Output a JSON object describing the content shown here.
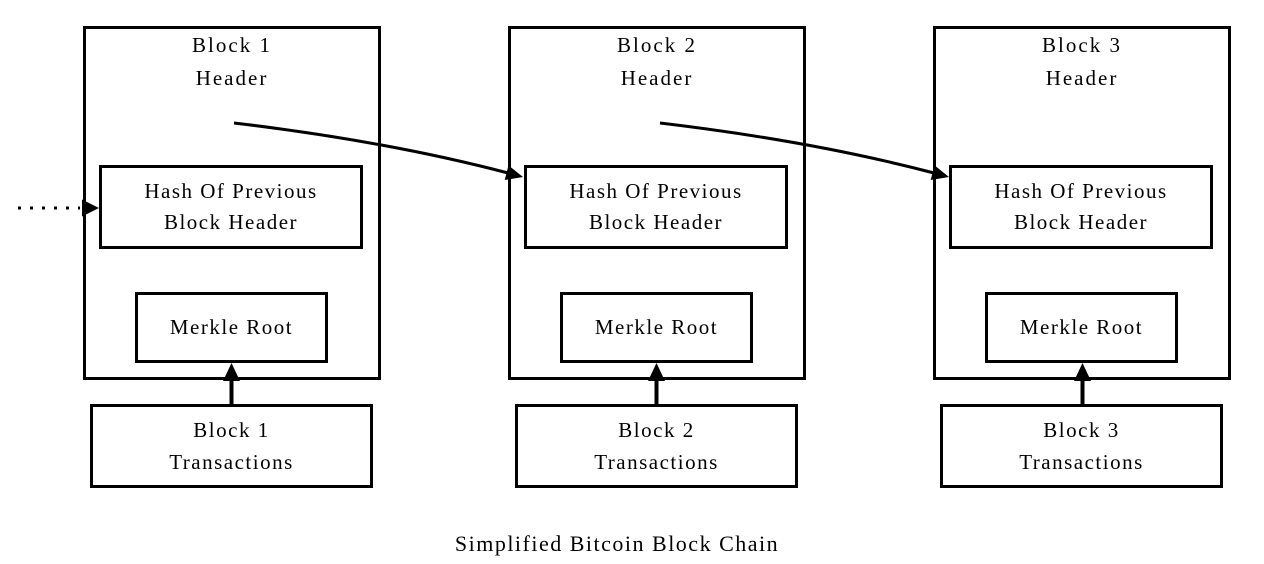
{
  "diagram": {
    "caption": "Simplified Bitcoin Block Chain",
    "colors": {
      "line": "#000000",
      "text": "#000000",
      "background": "#ffffff"
    },
    "blocks": [
      {
        "header_title_line1": "Block 1",
        "header_title_line2": "Header",
        "hash_label_line1": "Hash Of Previous",
        "hash_label_line2": "Block Header",
        "merkle_label": "Merkle Root",
        "transactions_line1": "Block 1",
        "transactions_line2": "Transactions"
      },
      {
        "header_title_line1": "Block 2",
        "header_title_line2": "Header",
        "hash_label_line1": "Hash Of Previous",
        "hash_label_line2": "Block Header",
        "merkle_label": "Merkle Root",
        "transactions_line1": "Block 2",
        "transactions_line2": "Transactions"
      },
      {
        "header_title_line1": "Block 3",
        "header_title_line2": "Header",
        "hash_label_line1": "Hash Of Previous",
        "hash_label_line2": "Block Header",
        "merkle_label": "Merkle Root",
        "transactions_line1": "Block 3",
        "transactions_line2": "Transactions"
      }
    ]
  }
}
